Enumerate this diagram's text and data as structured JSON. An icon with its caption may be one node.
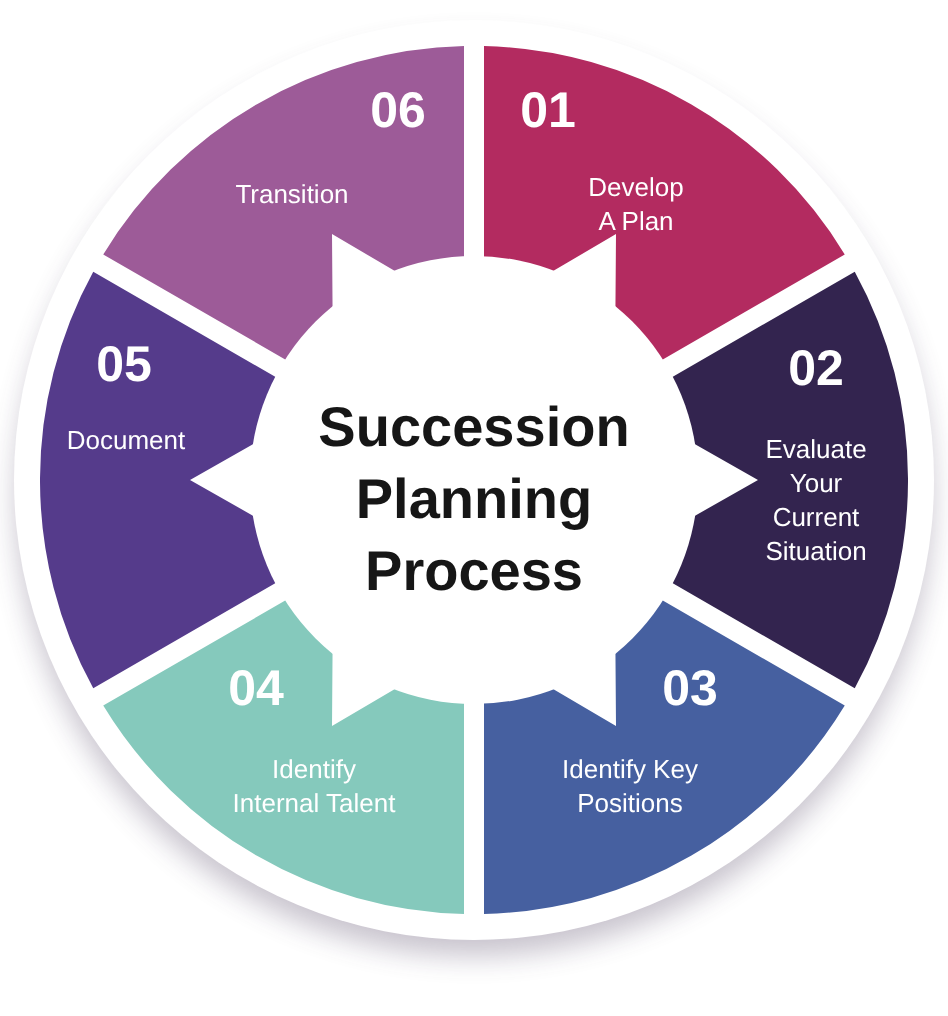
{
  "diagram": {
    "nodes": [
      {
        "text": [
          "01",
          "Develop A Plan"
        ]
      },
      {
        "text": [
          "02",
          "Evaluate Your Current Situation"
        ]
      },
      {
        "text": [
          "03",
          "Identify Key Positions"
        ]
      },
      {
        "text": [
          "04",
          "Identify Internal Talent"
        ]
      },
      {
        "text": [
          "05",
          "Document"
        ]
      },
      {
        "text": [
          "06",
          "Transition"
        ]
      },
      {
        "text": [
          "Succession Planning Process"
        ]
      }
    ]
  }
}
